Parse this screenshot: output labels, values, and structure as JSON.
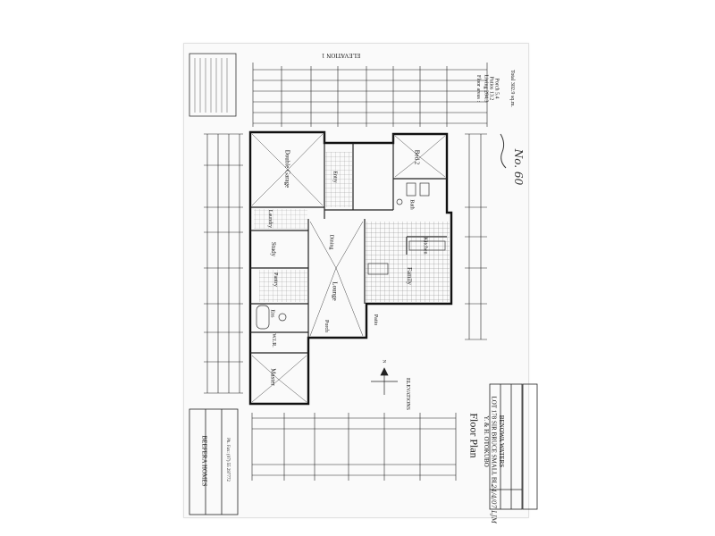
{
  "sheet": {
    "title": "Floor Plan",
    "elevation_label": "ELEVATION 1",
    "elevations_label": "ELEVATIONS",
    "north_label": "N",
    "handwritten": [
      "No. 60",
      "24/4/07 LJM"
    ],
    "areas": {
      "header": "Floor areas :",
      "living": "Living 284.3",
      "patios": "Patios 13.2",
      "porch": "Porch 5.4",
      "total": "Total 302.9 sq.m."
    }
  },
  "rooms": {
    "double_garage": "Double Garage",
    "bed2": "Bed 2",
    "entry": "Entry",
    "laundry": "Laundry",
    "bath": "Bath",
    "study": "Study",
    "family": "Family",
    "kitchen": "Kitchen",
    "lounge": "Lounge",
    "dining": "Dining",
    "pantry": "Pantry",
    "ensuite": "Ens",
    "wir": "W.I.R.",
    "master": "Master",
    "patio": "Patio",
    "porch": "Porch"
  },
  "title_block": {
    "client": "Y. & H. OTOKUBO",
    "lot": "LOT 178 SIR BRUCE SMALL BL.",
    "suburb": "BENOWA WATERS"
  },
  "builder": {
    "name": "BEEFERA HOMES",
    "phone": "Ph. Fax: (07) 55 297772"
  }
}
